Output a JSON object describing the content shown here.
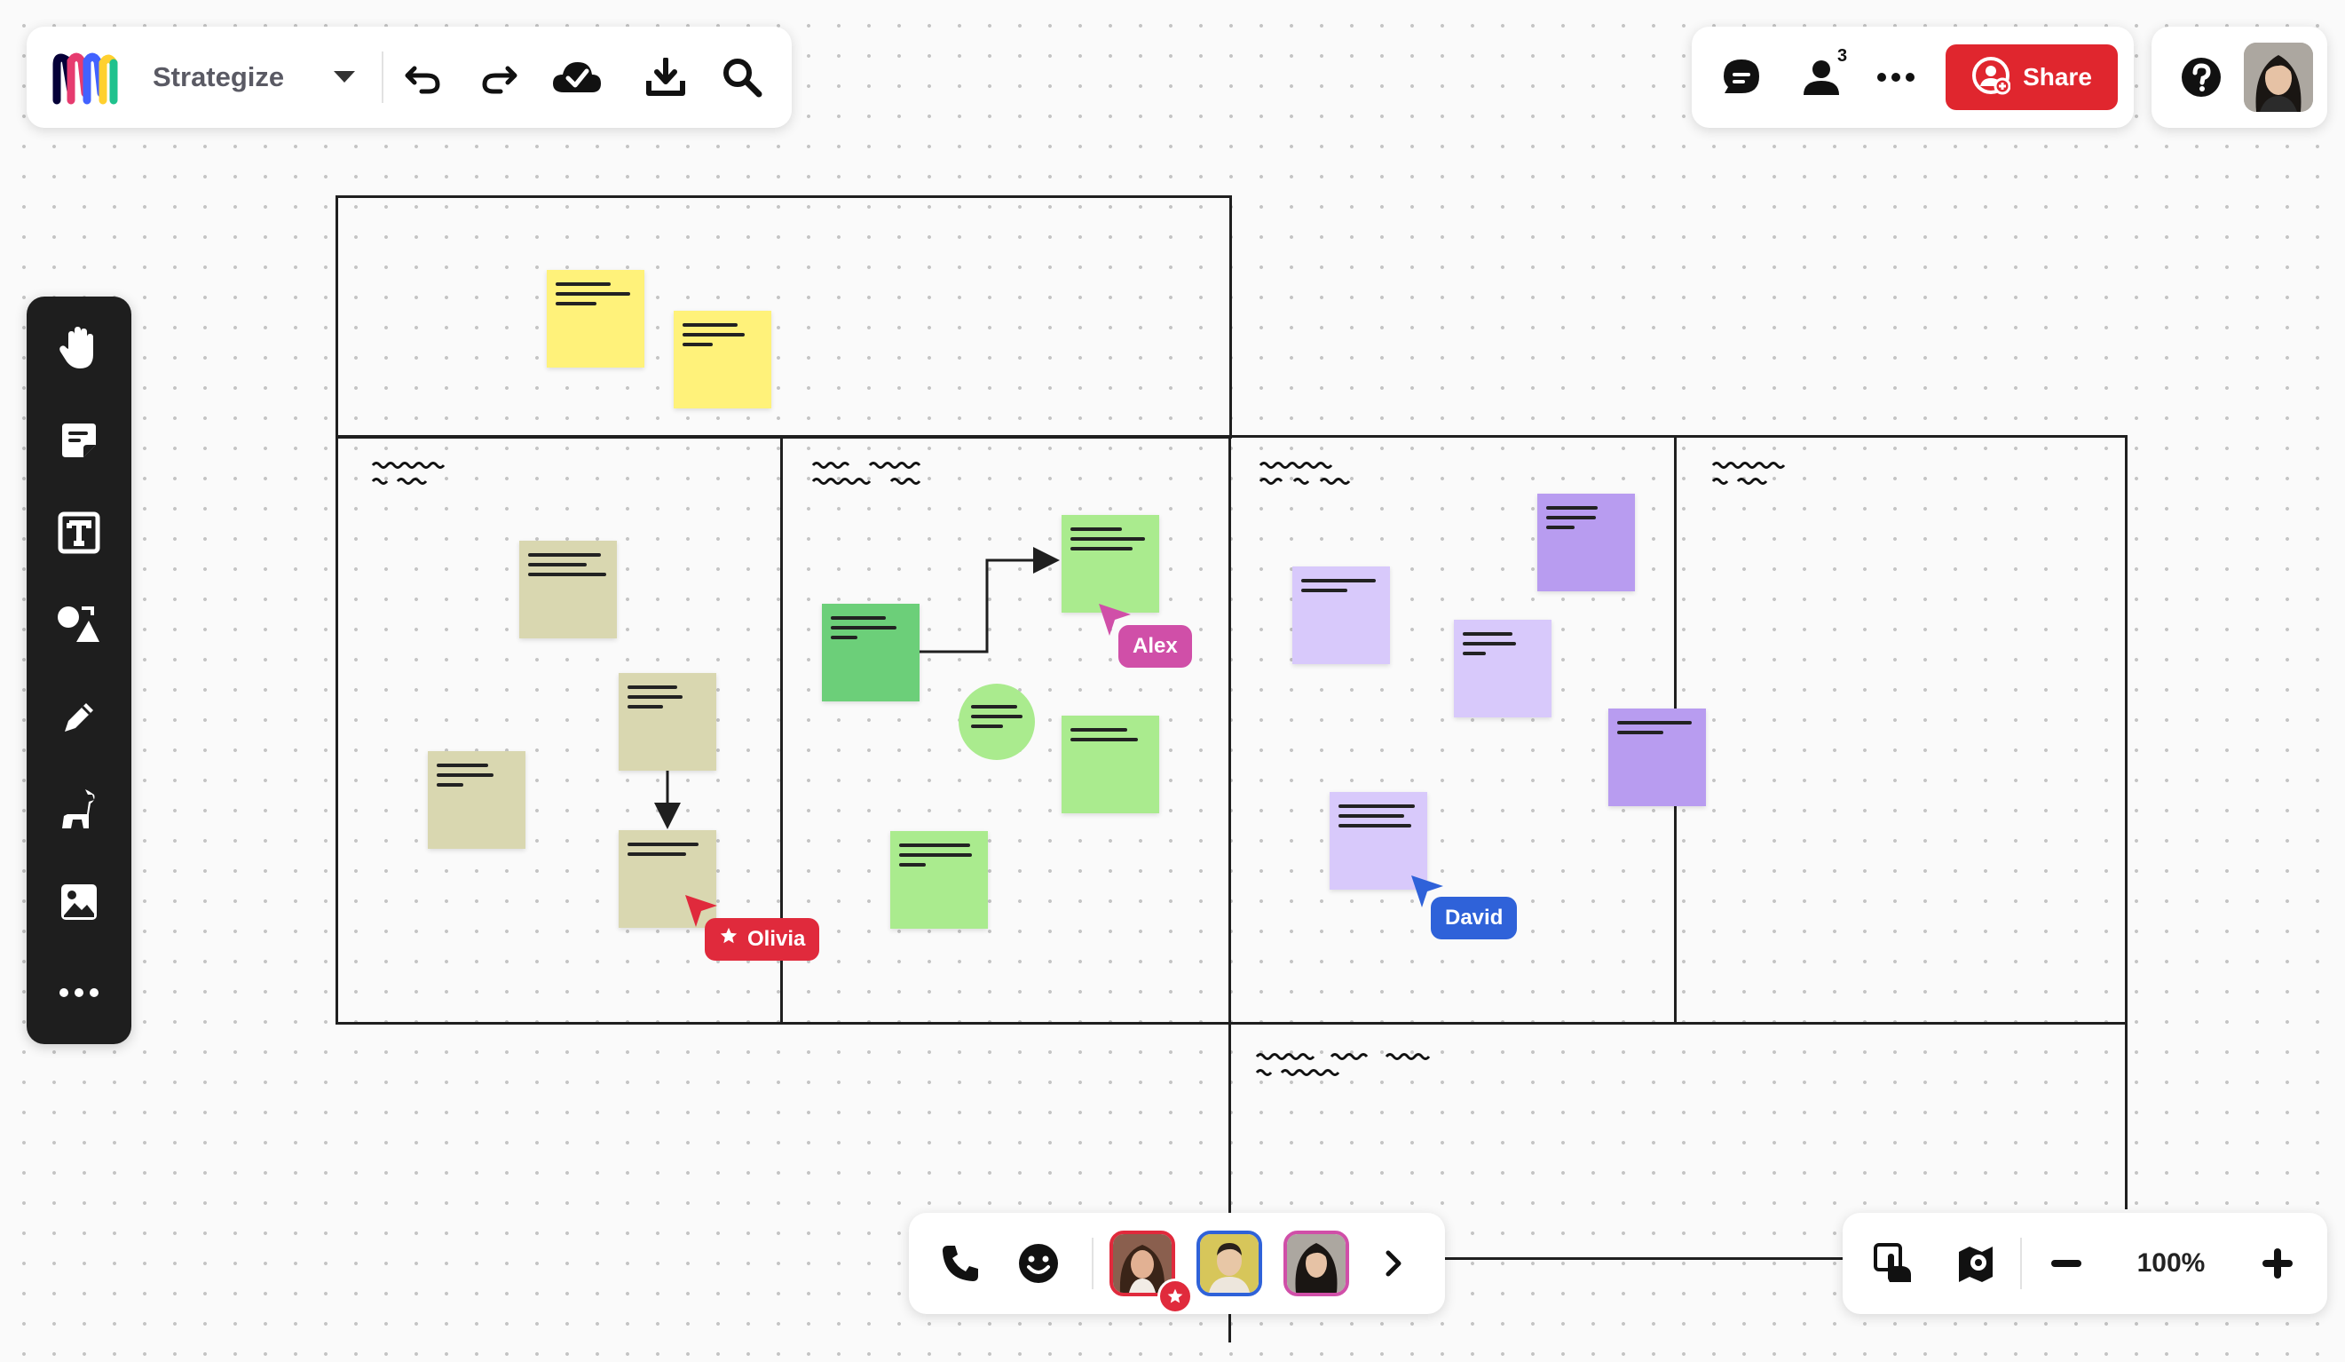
{
  "app": {
    "board_name": "Strategize",
    "logo_colors": [
      "#050038",
      "#e63b6f",
      "#4262ff",
      "#ffd02f",
      "#1fc28d"
    ]
  },
  "top_right": {
    "share_label": "Share",
    "collaborators_count": "3",
    "share_color": "#e0262e"
  },
  "left_toolbar": {
    "tools": [
      "hand-icon",
      "sticky-note-icon",
      "text-icon",
      "shapes-icon",
      "pen-icon",
      "llama-icon",
      "image-icon",
      "more-icon"
    ]
  },
  "cursors": {
    "alex": {
      "name": "Alex",
      "color": "#d04fa8"
    },
    "olivia": {
      "name": "Olivia",
      "color": "#e02a3c"
    },
    "david": {
      "name": "David",
      "color": "#2f62d9"
    }
  },
  "bottom_right": {
    "zoom_label": "100%"
  },
  "sticky_colors": {
    "yellow": "#fff27a",
    "khaki": "#d9d7b0",
    "dark_green": "#6ccf79",
    "light_green": "#aaeb8e",
    "lavender": "#d8c9fb",
    "purple": "#b89cf0"
  }
}
